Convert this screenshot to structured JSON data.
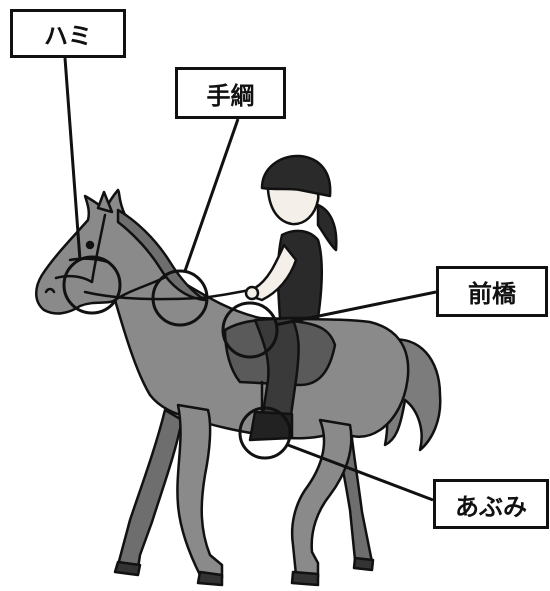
{
  "labels": {
    "bit": "ハミ",
    "reins": "手綱",
    "pommel": "前橋",
    "stirrup": "あぶみ"
  },
  "colors": {
    "line": "#111111",
    "horse_fill": "#8a8a8a",
    "horse_shade": "#6e6e6e",
    "saddle": "#5a5a5a",
    "vest": "#2a2a2a",
    "skin": "#f4efe8",
    "background": "#ffffff"
  }
}
